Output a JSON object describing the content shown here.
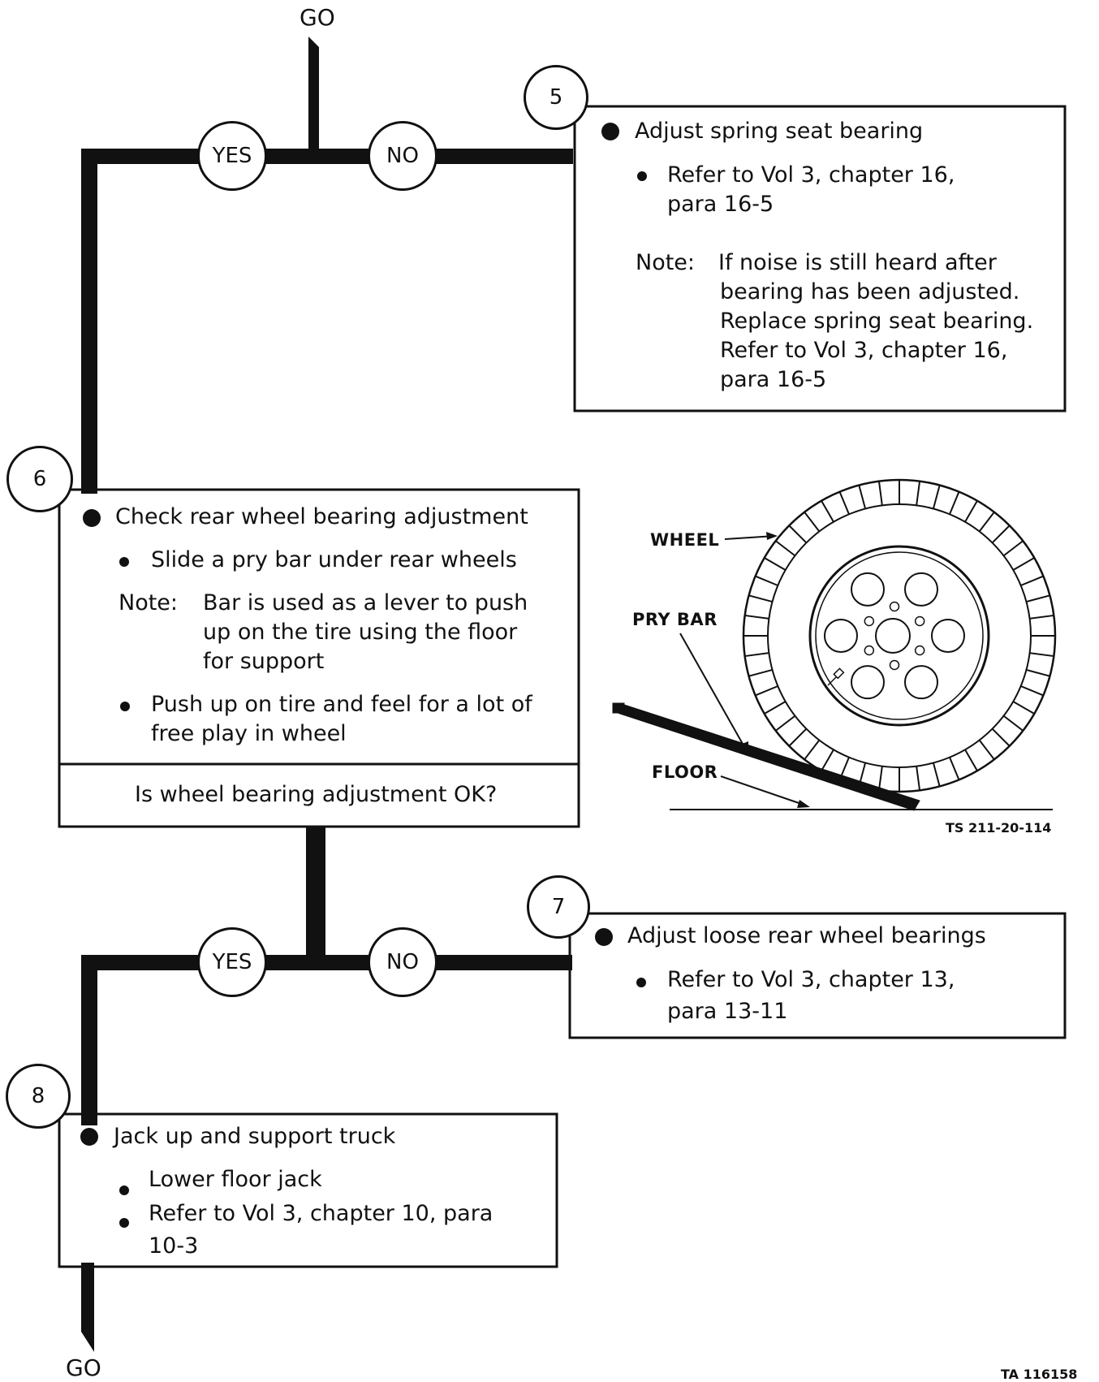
{
  "go_top": "GO",
  "go_bottom": "GO",
  "decision1": {
    "yes": "YES",
    "no": "NO"
  },
  "decision2": {
    "yes": "YES",
    "no": "NO"
  },
  "step5": {
    "number": "5",
    "action": "Adjust spring seat bearing",
    "ref_line1": "Refer to Vol 3, chapter 16,",
    "ref_line2": "para 16-5",
    "note_label": "Note:",
    "note_lines": [
      "If noise is still heard after",
      "bearing has been adjusted.",
      "Replace spring seat bearing.",
      "Refer to Vol 3, chapter 16,",
      "para 16-5"
    ]
  },
  "step6": {
    "number": "6",
    "action": "Check rear wheel bearing adjustment",
    "sub1": "Slide a pry bar under rear wheels",
    "note_label": "Note:",
    "note_lines": [
      "Bar is used as a lever to push",
      "up on the tire using the floor",
      "for support"
    ],
    "sub2_line1": "Push up on tire and feel for a lot of",
    "sub2_line2": "free play in wheel",
    "question": "Is wheel bearing adjustment OK?"
  },
  "step7": {
    "number": "7",
    "action": "Adjust loose rear wheel bearings",
    "ref_line1": "Refer to Vol 3, chapter 13,",
    "ref_line2": "para 13-11"
  },
  "step8": {
    "number": "8",
    "action": "Jack up and support truck",
    "sub1": "Lower floor jack",
    "sub2_line1": "Refer to Vol 3, chapter 10, para",
    "sub2_line2": "10-3"
  },
  "illustration": {
    "wheel_label": "WHEEL",
    "prybar_label": "PRY BAR",
    "floor_label": "FLOOR",
    "figure_id": "TS 211-20-114"
  },
  "page_id": "TA 116158"
}
